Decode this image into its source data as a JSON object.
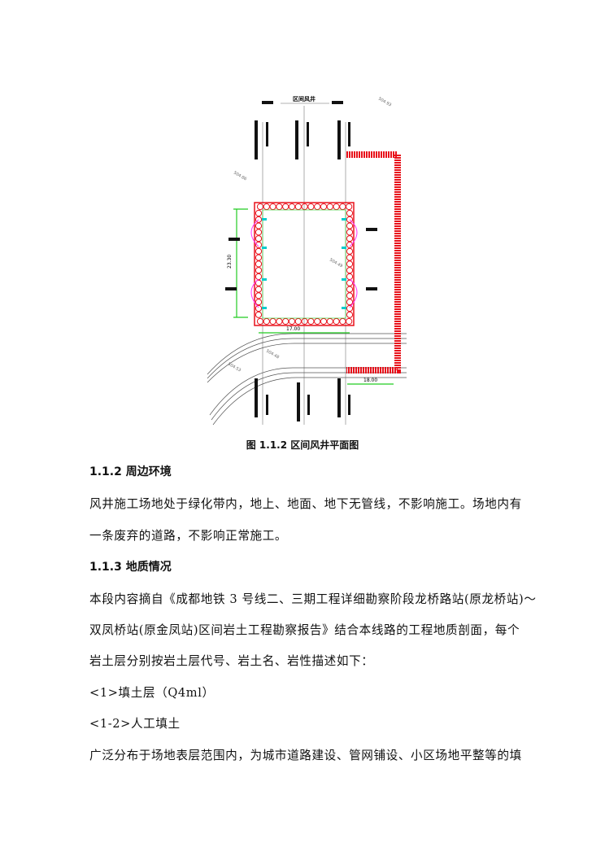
{
  "figure": {
    "title": "区间风井",
    "labels": {
      "dim_height": "23.30",
      "dim_width": "17.00",
      "dim_pipe": "18.00",
      "elev_1": "504.93",
      "elev_2": "504.86",
      "elev_3": "504.49",
      "elev_4": "504.53",
      "elev_5": "504.48"
    },
    "caption": "图 1.1.2 区间风井平面图",
    "colors": {
      "pile": "#e8101a",
      "dimension": "#22cc22",
      "anchor": "#ff33ff",
      "brace": "#00cccc"
    }
  },
  "section_112": {
    "heading": "1.1.2 周边环境",
    "lines": [
      "风井施工场地处于绿化带内，地上、地面、地下无管线，不影响施工。场地内有",
      "一条废弃的道路，不影响正常施工。"
    ]
  },
  "section_113": {
    "heading": "1.1.3 地质情况",
    "lines": [
      "本段内容摘自《成都地铁 3 号线二、三期工程详细勘察阶段龙桥路站(原龙桥站)～",
      "双凤桥站(原金凤站)区间岩土工程勘察报告》结合本线路的工程地质剖面，每个",
      "岩土层分别按岩土层代号、岩土名、岩性描述如下：",
      "<1>填土层（Q4ml）",
      "<1-2>人工填土",
      "广泛分布于场地表层范围内，为城市道路建设、管网铺设、小区场地平整等的填"
    ]
  }
}
